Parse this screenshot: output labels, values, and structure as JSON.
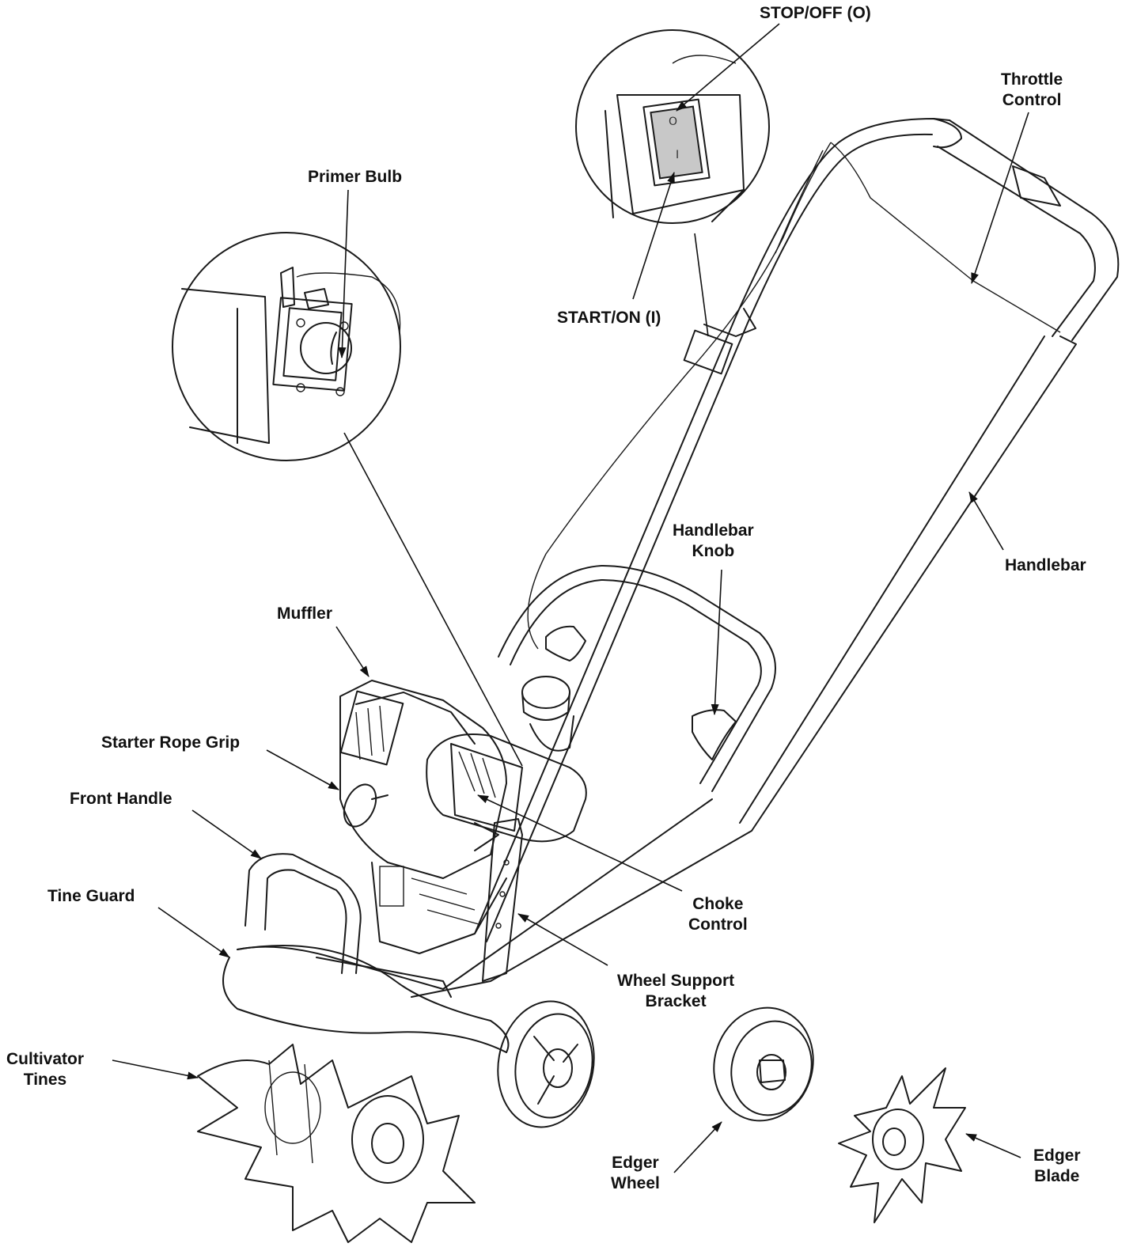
{
  "labels": {
    "stop_off": "STOP/OFF (O)",
    "throttle_control": [
      "Throttle",
      "Control"
    ],
    "primer_bulb": "Primer Bulb",
    "start_on": "START/ON (I)",
    "handlebar_knob": [
      "Handlebar",
      "Knob"
    ],
    "handlebar": "Handlebar",
    "muffler": "Muffler",
    "starter_rope_grip": "Starter Rope Grip",
    "front_handle": "Front Handle",
    "tine_guard": "Tine Guard",
    "choke_control": [
      "Choke",
      "Control"
    ],
    "wheel_support_bracket": [
      "Wheel Support",
      "Bracket"
    ],
    "cultivator_tines": [
      "Cultivator",
      "Tines"
    ],
    "edger_wheel": [
      "Edger",
      "Wheel"
    ],
    "edger_blade": [
      "Edger",
      "Blade"
    ]
  },
  "switch_symbols": {
    "off": "O",
    "on": "I"
  },
  "colors": {
    "line": "#1a1a1a",
    "switch_fill": "#c8c8c8",
    "background": "#ffffff"
  }
}
